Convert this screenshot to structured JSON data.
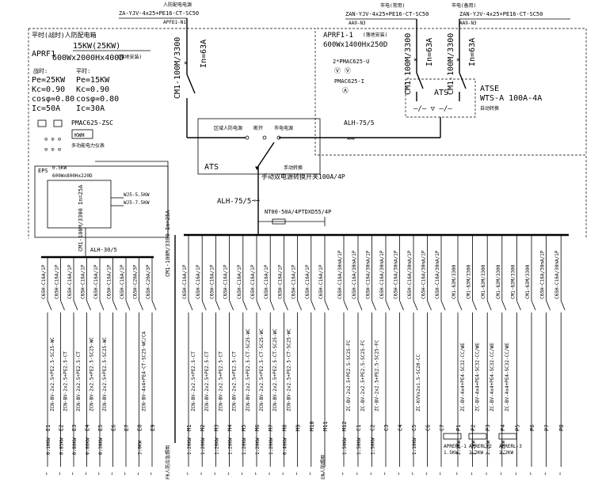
{
  "top": {
    "feed_left_title": "人防配电电源",
    "feed_left_cable": "ZA-YJV-4x25+PE16-CT-SC50",
    "feed_left_code": "APFD1-N1",
    "feed_mid_title": "市电(常用)",
    "feed_mid_cable": "ZAN-YJV-4x25+PE16-CT-SC50",
    "feed_mid_code": "AA9-N3",
    "feed_right_title": "市电(备用)",
    "feed_right_cable": "ZAN-YJV-4x25+PE16-CT-SC50",
    "feed_right_code": "AA9-N3"
  },
  "panel": {
    "header": "平时(战时)人防配电箱",
    "code": "APRF1",
    "power": "15KW(25KW)",
    "size": "600Wx2000Hx400D",
    "size_note": "(落地安装)",
    "col_war": "战时:",
    "col_peace": "平时:",
    "pe_war": "Pe=25KW",
    "pe_peace": "Pe=15KW",
    "kc_war": "Kc=0.90",
    "kc_peace": "Kc=0.90",
    "cos_war": "cosφ=0.80",
    "cos_peace": "cosφ=0.80",
    "ic_war": "Ic=50A",
    "ic_peace": "Ic=30A",
    "meter": "PMAC625-ZSC",
    "kwh": "KWH",
    "meter_note": "多功能电力仪表",
    "eps_label": "EPS",
    "eps_note": "0.5KW",
    "eps_note2": "600Wx800Hx220D",
    "eps_out1": "WJ5-5.5KW",
    "eps_out2": "WJ5-7.5KW",
    "breaker_main": "CM1-100M/3300",
    "breaker_in": "In=63A"
  },
  "ats_panel": {
    "code": "APRF1-1",
    "code_note": "(落地安装)",
    "size": "600Wx1400Hx250D",
    "meter_u": "2*PMAC625-U",
    "meter_i": "PMAC625-I",
    "breaker1": "CM1-100M/3300",
    "breaker1_in": "In=63A",
    "breaker2": "CM1-100M/3300",
    "breaker2_in": "In=63A",
    "ats": "ATS",
    "atse": "ATSE",
    "atse_model": "WTS-A 100A-4A",
    "atse_note": "自动转换",
    "ct": "ALH-75/5"
  },
  "switch": {
    "box_label": "ATS",
    "pos1": "区域人防电源",
    "pos2": "断开",
    "pos3": "市电电源",
    "manual": "手动转换",
    "rating": "手动双电源转换开关100A/4P",
    "ct": "ALH-75/5",
    "fuse": "NT00-50A/4PTDXD55/4P"
  },
  "left_branch": {
    "breaker": "CM1-100M/3300 In=25A",
    "ct": "ALH-30/5"
  },
  "group_breaker": "CM1-100M/3300 In=25A",
  "circuits": [
    {
      "id": "E1",
      "breaker": "C65H-C16A/1P",
      "cable": "ZCN-BV-2x2.5+PE2.5-SC25-WC",
      "power": "0.10KW"
    },
    {
      "id": "E2",
      "breaker": "C65H-C16A/1P",
      "cable": "ZCN-BV-2x2.5+PE2.5-CT",
      "power": "0.85KW"
    },
    {
      "id": "E3",
      "breaker": "C65H-C16A/1P",
      "cable": "ZCN-BV-2x2.5+PE2.5-CT",
      "power": "0.80KW"
    },
    {
      "id": "E4",
      "breaker": "C65H-C16A/1P",
      "cable": "ZCN-BV-2x2.5+PE2.5-SC25-WC",
      "power": "0.80KW"
    },
    {
      "id": "E5",
      "breaker": "C65H-C16A/1P",
      "cable": "ZCN-BV-2x2.5+PE2.5-SC25-WC",
      "power": "0.30KW"
    },
    {
      "id": "E6",
      "breaker": "C65H-C16A/1P",
      "cable": "",
      "power": ""
    },
    {
      "id": "E7",
      "breaker": "C65H-C16A/1P",
      "cable": "",
      "power": ""
    },
    {
      "id": "E8",
      "breaker": "C65H-C20A/3P",
      "cable": "ZCN-BV-4x4+PE4-CT-SC25-WC/CA",
      "power": "3.0KW"
    },
    {
      "id": "E9",
      "breaker": "C65H-C20A/3P",
      "cable": "",
      "power": ""
    },
    {
      "id": "M1",
      "breaker": "C65H-C16A/1P",
      "cable": "ZCN-BV-2x2.5+PE2.5-CT",
      "power": "1.20KW"
    },
    {
      "id": "M2",
      "breaker": "C65H-C16A/1P",
      "cable": "ZCN-BV-2x2.5+PE2.5-CT",
      "power": "1.20KW"
    },
    {
      "id": "M3",
      "breaker": "C65H-C16A/1P",
      "cable": "ZCN-BV-2x2.5+PE2.5-CT",
      "power": "1.20KW"
    },
    {
      "id": "M4",
      "breaker": "C65H-C16A/1P",
      "cable": "ZCN-BV-2x2.5+PE2.5-CT",
      "power": "1.20KW"
    },
    {
      "id": "M5",
      "breaker": "C65H-C16A/1P",
      "cable": "ZCN-BV-2x2.5+PE2.5-CT-SC25-WC",
      "power": "1.20KW"
    },
    {
      "id": "M6",
      "breaker": "C65H-C16A/1P",
      "cable": "ZCN-BV-2x2.5+PE2.5-CT-SC25-WC",
      "power": "1.20KW"
    },
    {
      "id": "M7",
      "breaker": "C65H-C16A/1P",
      "cable": "ZCN-BV-2x2.5+PE2.5-CT-SC25-WC",
      "power": "1.20KW"
    },
    {
      "id": "M8",
      "breaker": "C65H-C16A/1P",
      "cable": "ZCN-BV-2x2.5+PE2.5-CT-SC25-WC",
      "power": "0.40KW"
    },
    {
      "id": "M9",
      "breaker": "C65H-C16A/1P",
      "cable": "",
      "power": ""
    },
    {
      "id": "M10",
      "breaker": "C65H-C16A/1P",
      "cable": "",
      "power": ""
    },
    {
      "id": "M11",
      "breaker": "C65H-C16A/1P",
      "cable": "",
      "power": ""
    },
    {
      "id": "M12",
      "breaker": "C65H-C16A/30mA/1P",
      "cable": "ZC-BV-2x2.5+PE2.5-SC25-FC",
      "power": "1.50KW"
    },
    {
      "id": "C1",
      "breaker": "C65H-C16A/30mA/1P",
      "cable": "ZC-BV-2x2.5+PE2.5-SC25-FC",
      "power": "1.50KW"
    },
    {
      "id": "C2",
      "breaker": "C65H-C16A/30mA/1P",
      "cable": "ZC-BV-2x2.5+PE2.5-SC25-FC",
      "power": "1.50KW"
    },
    {
      "id": "C3",
      "breaker": "C65H-C16A/30mA/1P",
      "cable": "",
      "power": ""
    },
    {
      "id": "C4",
      "breaker": "C65H-C16A/30mA/1P",
      "cable": "",
      "power": ""
    },
    {
      "id": "C5",
      "breaker": "C65H-C16A/30mA/1P",
      "cable": "ZC-KVVx2x1.5-SC20-CC",
      "power": "1.10KW"
    },
    {
      "id": "C6",
      "breaker": "C65H-C16A/30mA/1P",
      "cable": "",
      "power": ""
    },
    {
      "id": "C7",
      "breaker": "C65H-C16A/30mA/1P",
      "cable": "",
      "power": ""
    },
    {
      "id": "P1",
      "breaker": "CM1-63M/3300",
      "cable": "ZC-BV-4x4+PE4-SC32-CC/WE",
      "power": "2.2KW"
    },
    {
      "id": "P2",
      "breaker": "CM1-63M/3300",
      "cable": "ZC-BV-4x4+PE4-SC32-CC/WE",
      "power": "2.2KW"
    },
    {
      "id": "P3",
      "breaker": "CM1-63M/3300",
      "cable": "ZC-BV-4x4+PE4-SC32-CC/WE",
      "power": "2.2KW"
    },
    {
      "id": "P4",
      "breaker": "CM1-63M/3300",
      "cable": "ZC-BV-4x4+PE4-SC32-CC/WE",
      "power": "2.2KW"
    },
    {
      "id": "P5",
      "breaker": "CM1-63M/3300",
      "cable": "",
      "power": ""
    },
    {
      "id": "P6",
      "breaker": "CM1-63M/3300",
      "cable": "",
      "power": ""
    },
    {
      "id": "P7",
      "breaker": "C65H-C16A/30mA/1P",
      "cable": "",
      "power": ""
    },
    {
      "id": "P8",
      "breaker": "C65H-C16A/30mA/1P",
      "cable": "",
      "power": ""
    }
  ],
  "equipment": [
    {
      "label": "APRERL-1",
      "note": "1.5KW"
    },
    {
      "label": "APRERL-2",
      "note": "2.2KW"
    },
    {
      "label": "APRERL-3",
      "note": "2.2KW"
    }
  ],
  "side_notes": {
    "left": "FR人防应急照明",
    "mid": "ER人防照明"
  }
}
